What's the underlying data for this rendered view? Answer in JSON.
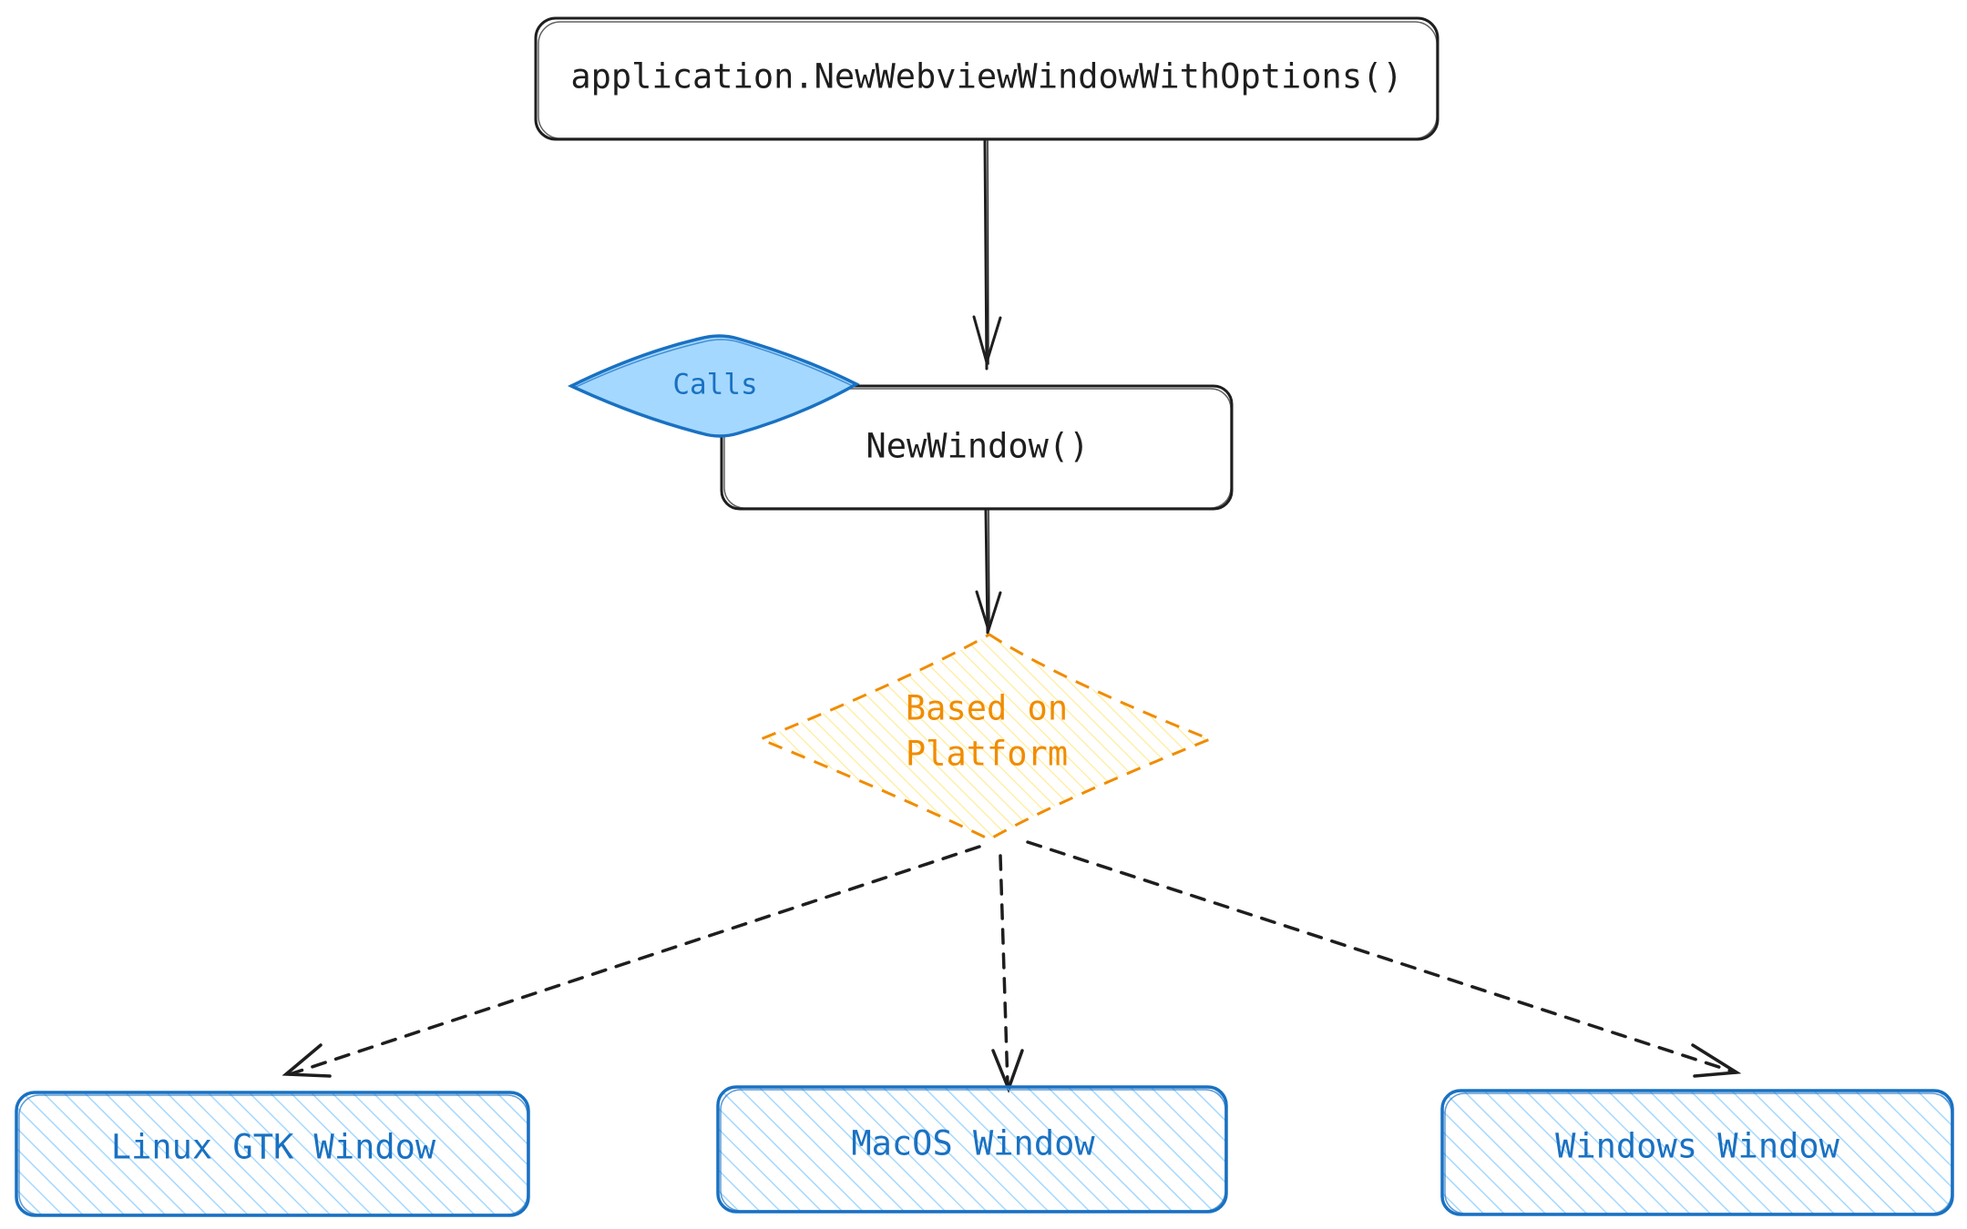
{
  "nodes": {
    "entry": {
      "label": "application.NewWebviewWindowWithOptions()"
    },
    "new_window": {
      "label": "NewWindow()"
    },
    "calls_badge": {
      "label": "Calls"
    },
    "decision": {
      "line1": "Based on",
      "line2": "Platform"
    },
    "linux": {
      "label": "Linux GTK Window"
    },
    "macos": {
      "label": "MacOS Window"
    },
    "windows": {
      "label": "Windows Window"
    }
  },
  "colors": {
    "stroke": "#1e1e1e",
    "blue_stroke": "#1971c2",
    "blue_fill": "#a5d8ff",
    "orange_stroke": "#f08c00",
    "yellow_fill": "#ffec99",
    "background": "#ffffff"
  }
}
